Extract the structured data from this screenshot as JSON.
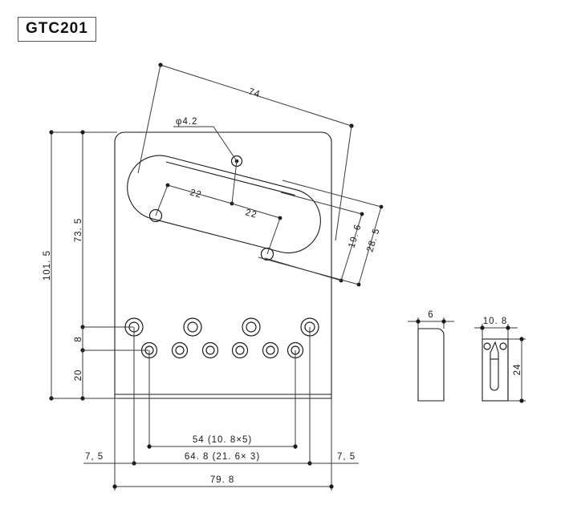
{
  "drawing": {
    "title": "GTC201",
    "units_note": "",
    "part_type": "guitar-bridge-plate-technical-drawing"
  },
  "dimensions": {
    "overall_height": "101. 5",
    "upper_height": "73. 5",
    "row_gap": "8",
    "lower_height": "20",
    "pickup_length": "74",
    "pickup_hole_dia": "φ4.2",
    "screw_spacing_a": "22",
    "screw_spacing_b": "22",
    "rout_width_inner": "19. 6",
    "rout_width_outer": "28. 5",
    "saddle_span": "54 (10. 8×5)",
    "string_span": "64. 8 (21. 6× 3)",
    "overall_width": "79. 8",
    "edge_left": "7, 5",
    "edge_right": "7, 5",
    "side_thickness": "6",
    "saddle_width": "10. 8",
    "saddle_height": "24"
  },
  "views": {
    "front_label": "front-view",
    "side_label": "side-view",
    "saddle_label": "saddle-detail-view"
  },
  "colors": {
    "line": "#1a1a1a",
    "dimension": "#3a3a3a",
    "background": "#ffffff",
    "title_border": "#555555"
  }
}
